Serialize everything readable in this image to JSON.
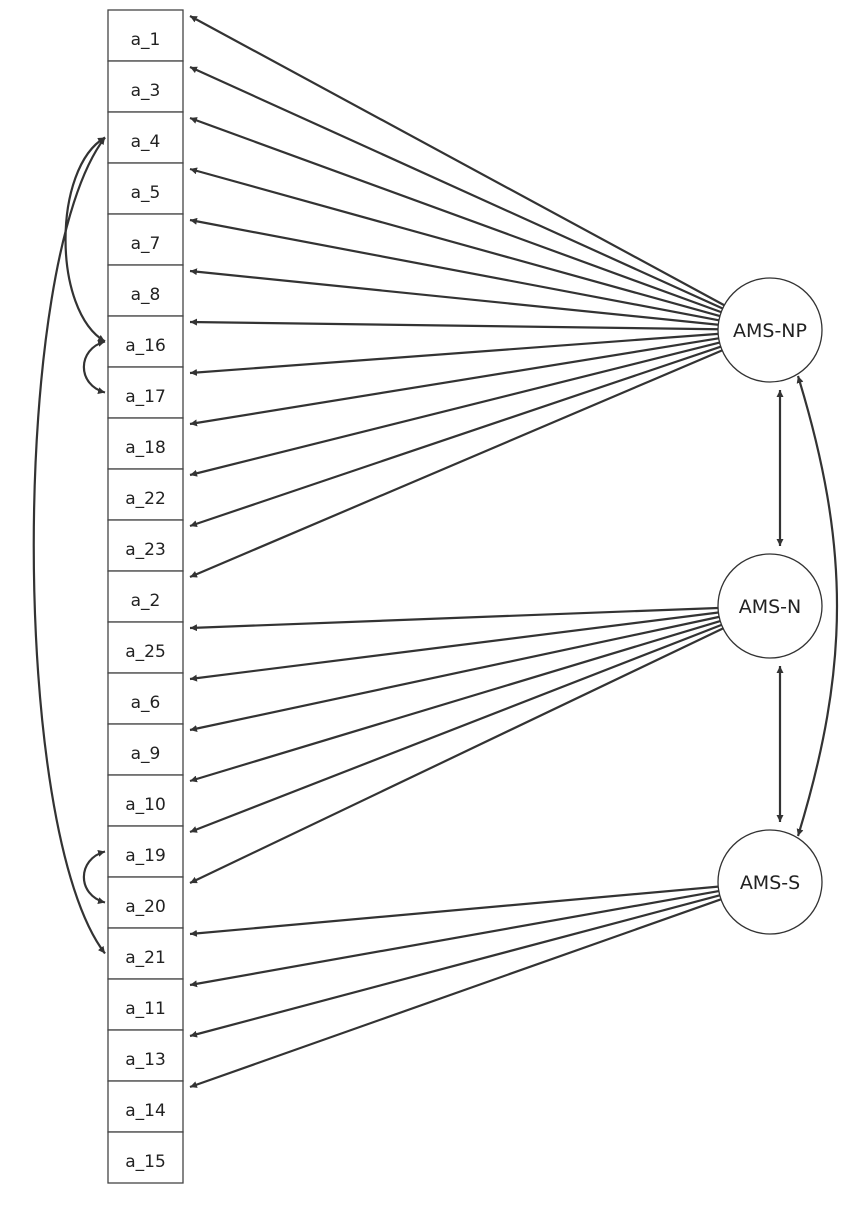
{
  "indicators": [
    "a_1",
    "a_3",
    "a_4",
    "a_5",
    "a_7",
    "a_8",
    "a_16",
    "a_17",
    "a_18",
    "a_22",
    "a_23",
    "a_2",
    "a_25",
    "a_6",
    "a_9",
    "a_10",
    "a_19",
    "a_20",
    "a_21",
    "a_11",
    "a_13",
    "a_14",
    "a_15"
  ],
  "factors": [
    {
      "id": "np",
      "label": "AMS-NP",
      "indicators": [
        "a_1",
        "a_3",
        "a_4",
        "a_5",
        "a_7",
        "a_8",
        "a_16",
        "a_17",
        "a_18",
        "a_22",
        "a_23",
        "a_2"
      ]
    },
    {
      "id": "n",
      "label": "AMS-N",
      "indicators": [
        "a_25",
        "a_6",
        "a_9",
        "a_10",
        "a_19",
        "a_20"
      ]
    },
    {
      "id": "s",
      "label": "AMS-S",
      "indicators": [
        "a_21",
        "a_11",
        "a_13",
        "a_14"
      ]
    }
  ],
  "factor_covariances": [
    [
      "np",
      "n"
    ],
    [
      "n",
      "s"
    ],
    [
      "np",
      "s"
    ]
  ],
  "error_covariances": [
    [
      "a_4",
      "a_16"
    ],
    [
      "a_4",
      "a_21"
    ],
    [
      "a_16",
      "a_17"
    ],
    [
      "a_19",
      "a_20"
    ]
  ],
  "colors": {
    "stroke": "#333333",
    "box_border": "#444444",
    "background": "#ffffff"
  }
}
